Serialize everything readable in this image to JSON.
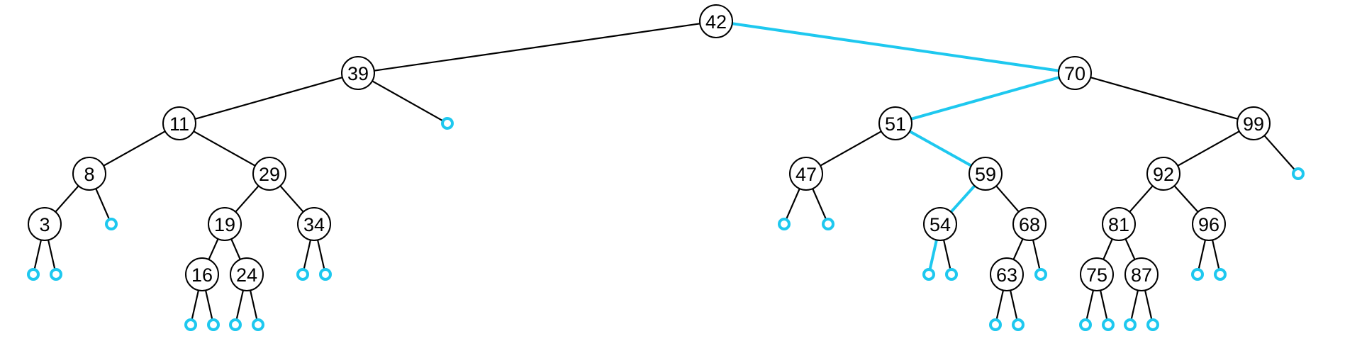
{
  "colors": {
    "edge": "#000000",
    "highlight": "#1ec8ef",
    "node_stroke": "#000000",
    "node_fill": "#ffffff",
    "leaf_stroke": "#1ec8ef"
  },
  "tree": {
    "key": "42",
    "left": {
      "key": "39",
      "left": {
        "key": "11",
        "left": {
          "key": "8",
          "left": {
            "key": "3",
            "left": null,
            "right": null
          },
          "right": null
        },
        "right": {
          "key": "29",
          "left": {
            "key": "19",
            "left": {
              "key": "16",
              "left": null,
              "right": null
            },
            "right": {
              "key": "24",
              "left": null,
              "right": null
            }
          },
          "right": {
            "key": "34",
            "left": null,
            "right": null
          }
        }
      },
      "right": null
    },
    "right": {
      "key": "70",
      "highlight": true,
      "left": {
        "key": "51",
        "highlight": true,
        "left": {
          "key": "47",
          "left": null,
          "right": null
        },
        "right": {
          "key": "59",
          "highlight": true,
          "left": {
            "key": "54",
            "highlight": true,
            "left": null,
            "left_highlight": true,
            "right": null
          },
          "right": {
            "key": "68",
            "left": {
              "key": "63",
              "left": null,
              "right": null
            },
            "right": null
          }
        }
      },
      "right": {
        "key": "99",
        "left": {
          "key": "92",
          "left": {
            "key": "81",
            "left": {
              "key": "75",
              "left": null,
              "right": null
            },
            "right": {
              "key": "87",
              "left": null,
              "right": null
            }
          },
          "right": {
            "key": "96",
            "left": null,
            "right": null
          }
        },
        "right": null
      }
    }
  }
}
